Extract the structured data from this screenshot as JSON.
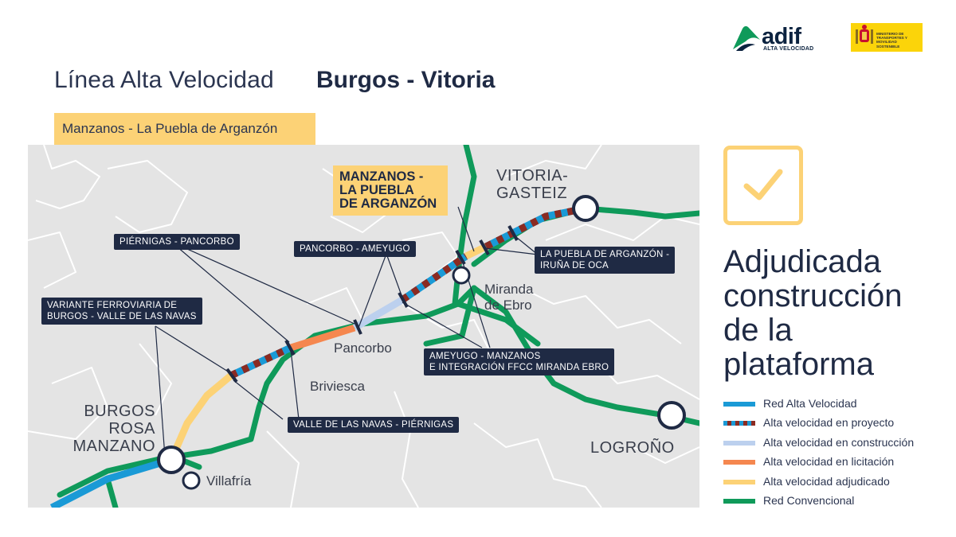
{
  "header": {
    "title_light": "Línea Alta Velocidad",
    "title_bold": "Burgos - Vitoria",
    "segment": "Manzanos - La Puebla de Arganzón"
  },
  "logos": {
    "adif_name": "adif",
    "adif_subtitle": "ALTA VELOCIDAD",
    "ministry_text": "MINISTERIO DE TRANSPORTES Y MOVILIDAD SOSTENIBLE"
  },
  "map": {
    "highlight": [
      "MANZANOS -",
      "LA PUEBLA",
      "DE ARGANZÓN"
    ],
    "cities": {
      "vitoria": [
        "VITORIA-",
        "GASTEIZ"
      ],
      "burgos": [
        "BURGOS",
        "ROSA",
        "MANZANO"
      ],
      "logrono": "LOGROÑO",
      "miranda": [
        "Miranda",
        "de Ebro"
      ],
      "pancorbo": "Pancorbo",
      "briviesca": "Briviesca",
      "villafria": "Villafría"
    },
    "section_labels": {
      "piernigas_pancorbo": "PIÉRNIGAS - PANCORBO",
      "pancorbo_ameyugo": "PANCORBO - AMEYUGO",
      "variante": [
        "VARIANTE FERROVIARIA DE",
        "BURGOS - VALLE DE LAS NAVAS"
      ],
      "puebla_iruna": [
        "LA PUEBLA DE ARGANZÓN -",
        "IRUÑA DE OCA"
      ],
      "ameyugo_manzanos": [
        "AMEYUGO - MANZANOS",
        "E INTEGRACIÓN FFCC MIRANDA EBRO"
      ],
      "valle_piernigas": "VALLE DE LAS NAVAS - PIÉRNIGAS"
    }
  },
  "status": {
    "lines": [
      "Adjudicada",
      "construcción",
      "de la",
      "plataforma"
    ],
    "check_icon": "checkmark-icon"
  },
  "legend": [
    {
      "label": "Red Alta Velocidad",
      "color": "#1a9ad6",
      "style": "solid"
    },
    {
      "label": "Alta velocidad en proyecto",
      "color": "#1a9ad6",
      "dash_color": "#8b2b22",
      "style": "dashed"
    },
    {
      "label": "Alta velocidad en construcción",
      "color": "#bcd0ee",
      "style": "solid"
    },
    {
      "label": "Alta velocidad en licitación",
      "color": "#f5874f",
      "style": "solid"
    },
    {
      "label": "Alta velocidad adjudicado",
      "color": "#fcd276",
      "style": "solid"
    },
    {
      "label": "Red Convencional",
      "color": "#0f9a5a",
      "style": "solid"
    }
  ]
}
